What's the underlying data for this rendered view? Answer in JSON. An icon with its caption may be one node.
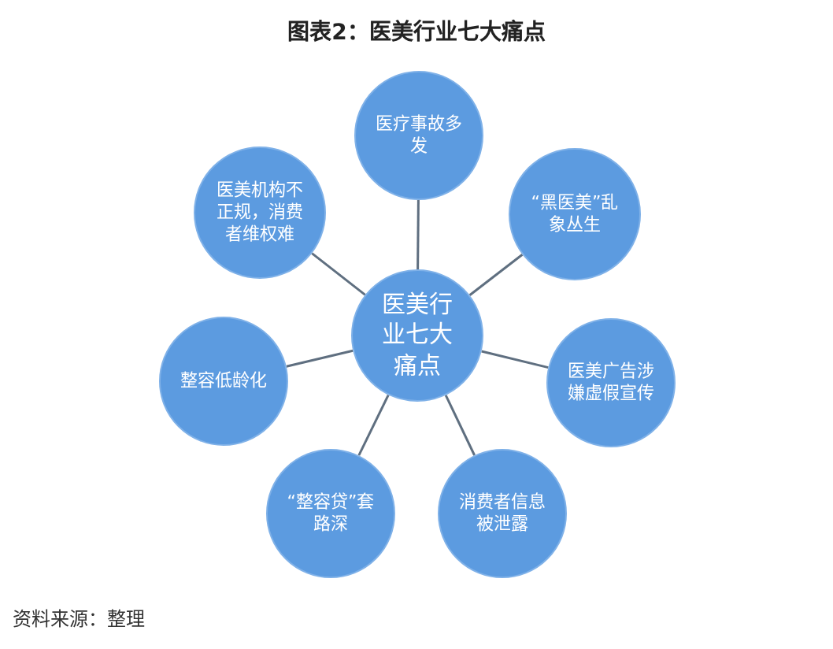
{
  "diagram": {
    "title": "图表2：医美行业七大痛点",
    "nodes": [
      {
        "text": [
          "医美行业七大痛点"
        ]
      },
      {
        "text": [
          "医疗事故多发"
        ]
      },
      {
        "text": [
          "“黑医美”乱象丛生"
        ]
      },
      {
        "text": [
          "医美广告涉嫌虚假宣传"
        ]
      },
      {
        "text": [
          "消费者信息被泄露"
        ]
      },
      {
        "text": [
          "“整容贷”套路深"
        ]
      },
      {
        "text": [
          "整容低龄化"
        ]
      },
      {
        "text": [
          "医美机构不正规，消费者维权难"
        ]
      }
    ],
    "edges": [
      {
        "from": 0,
        "to": 1,
        "arrow": "none"
      },
      {
        "from": 0,
        "to": 2,
        "arrow": "none"
      },
      {
        "from": 0,
        "to": 3,
        "arrow": "none"
      },
      {
        "from": 0,
        "to": 4,
        "arrow": "none"
      },
      {
        "from": 0,
        "to": 5,
        "arrow": "none"
      },
      {
        "from": 0,
        "to": 6,
        "arrow": "none"
      },
      {
        "from": 0,
        "to": 7,
        "arrow": "none"
      }
    ],
    "labels": [
      "资料来源：整理"
    ]
  }
}
